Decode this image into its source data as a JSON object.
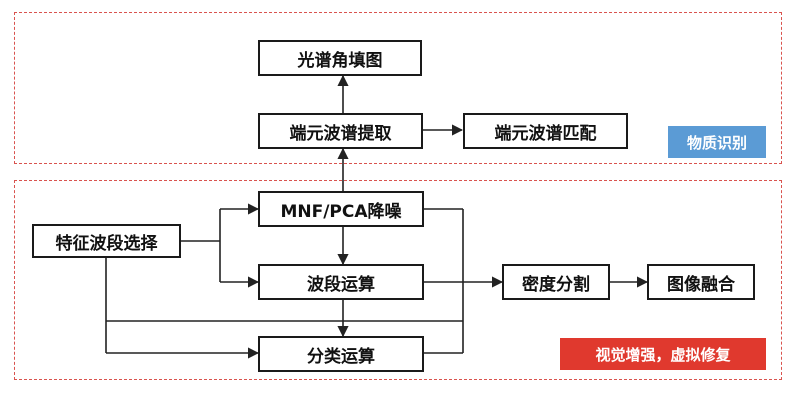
{
  "colors": {
    "region_border": "#d9534f",
    "box_border": "#1a1a1a",
    "line": "#222222",
    "tag_blue": "#5b9bd5",
    "tag_red": "#e0392e"
  },
  "regions": {
    "top_label": "物质识别",
    "bottom_label": "视觉增强，虚拟修复"
  },
  "nodes": {
    "spectral_angle": "光谱角填图",
    "endmember_extract": "端元波谱提取",
    "endmember_match": "端元波谱匹配",
    "feature_band": "特征波段选择",
    "mnf_pca": "MNF/PCA降噪",
    "band_math": "波段运算",
    "classification": "分类运算",
    "density_slice": "密度分割",
    "image_fusion": "图像融合"
  }
}
